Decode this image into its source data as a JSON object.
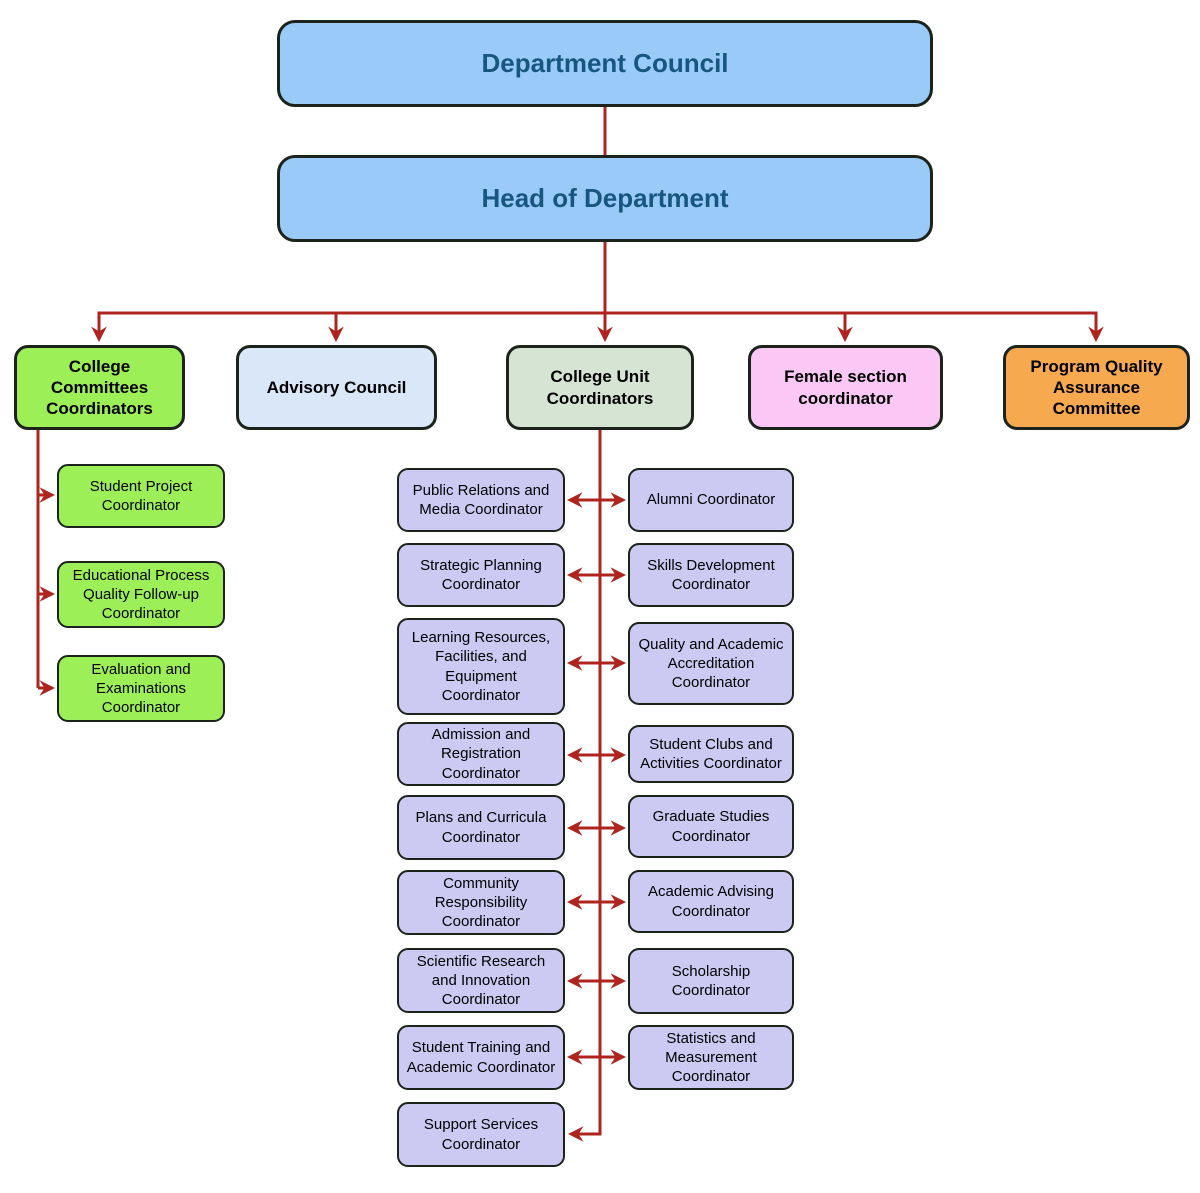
{
  "root_box": {
    "label": "Department Council"
  },
  "head_box": {
    "label": "Head of Department"
  },
  "level2": [
    {
      "label": "College Committees Coordinators"
    },
    {
      "label": "Advisory Council"
    },
    {
      "label": "College Unit Coordinators"
    },
    {
      "label": "Female section coordinator"
    },
    {
      "label": "Program Quality Assurance Committee"
    }
  ],
  "committee_children": [
    {
      "label": "Student Project Coordinator"
    },
    {
      "label": "Educational Process Quality Follow-up Coordinator"
    },
    {
      "label": "Evaluation and Examinations Coordinator"
    }
  ],
  "unit_left_column": [
    {
      "label": "Public Relations and Media Coordinator"
    },
    {
      "label": "Strategic Planning Coordinator"
    },
    {
      "label": "Learning Resources, Facilities, and Equipment Coordinator"
    },
    {
      "label": "Admission and Registration Coordinator"
    },
    {
      "label": "Plans and Curricula Coordinator"
    },
    {
      "label": "Community Responsibility Coordinator"
    },
    {
      "label": "Scientific Research and Innovation Coordinator"
    },
    {
      "label": "Student Training and Academic Coordinator"
    },
    {
      "label": "Support Services Coordinator"
    }
  ],
  "unit_right_column": [
    {
      "label": "Alumni Coordinator"
    },
    {
      "label": "Skills Development Coordinator"
    },
    {
      "label": "Quality and Academic Accreditation Coordinator"
    },
    {
      "label": "Student Clubs and Activities Coordinator"
    },
    {
      "label": "Graduate Studies Coordinator"
    },
    {
      "label": "Academic Advising Coordinator"
    },
    {
      "label": "Scholarship Coordinator"
    },
    {
      "label": "Statistics and Measurement Coordinator"
    }
  ],
  "colors": {
    "primary_blue_fill": "#9ACBF8",
    "primary_text": "#17567F",
    "green_fill": "#9CEF56",
    "pale_blue_fill": "#D9E7F8",
    "pale_green_fill": "#D6E4D4",
    "pink_fill": "#FBC8F6",
    "orange_fill": "#F7A94F",
    "lavender_fill": "#CCCAF2",
    "connector_red": "#AE241F",
    "border_dark": "#1B231B"
  }
}
